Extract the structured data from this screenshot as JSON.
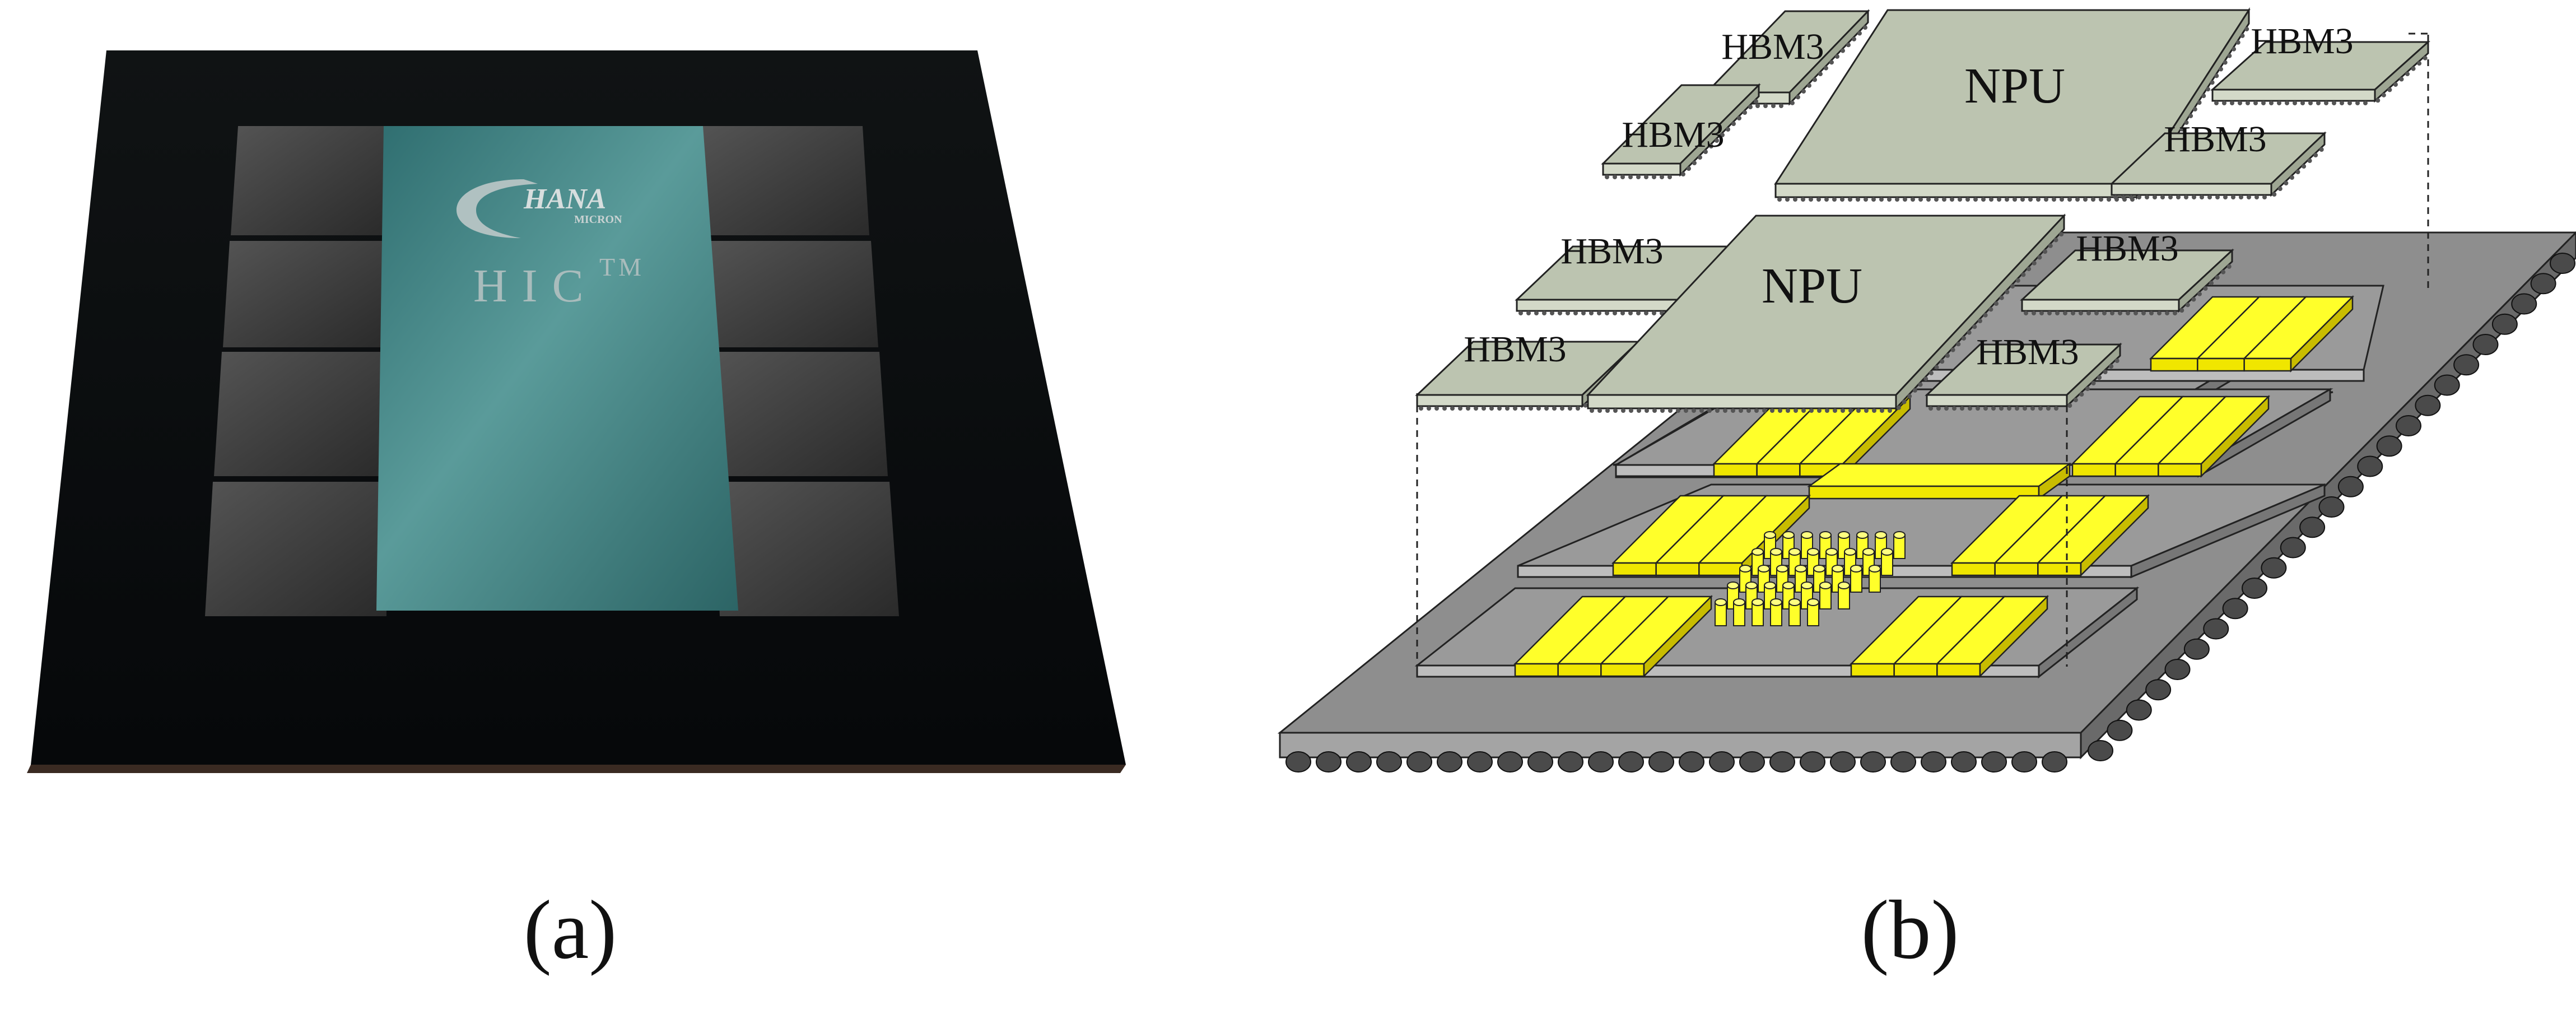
{
  "panel_a": {
    "caption": "(a)",
    "logo_text": "HANA",
    "logo_subtext": "MICRON",
    "product_mark": "HIC",
    "trademark": "TM"
  },
  "panel_b": {
    "caption": "(b)",
    "npu_label": "NPU",
    "hbm_label": "HBM3"
  },
  "colors": {
    "die_fill": "#bcc4b0",
    "die_edge": "#8e9682",
    "substrate": "#8c8c8c",
    "substrate_top": "#9a9a9a",
    "bridge_yellow": "#ffff2a",
    "package_black": "#0b0d0e",
    "interposer_teal": "#3f7d7e"
  }
}
